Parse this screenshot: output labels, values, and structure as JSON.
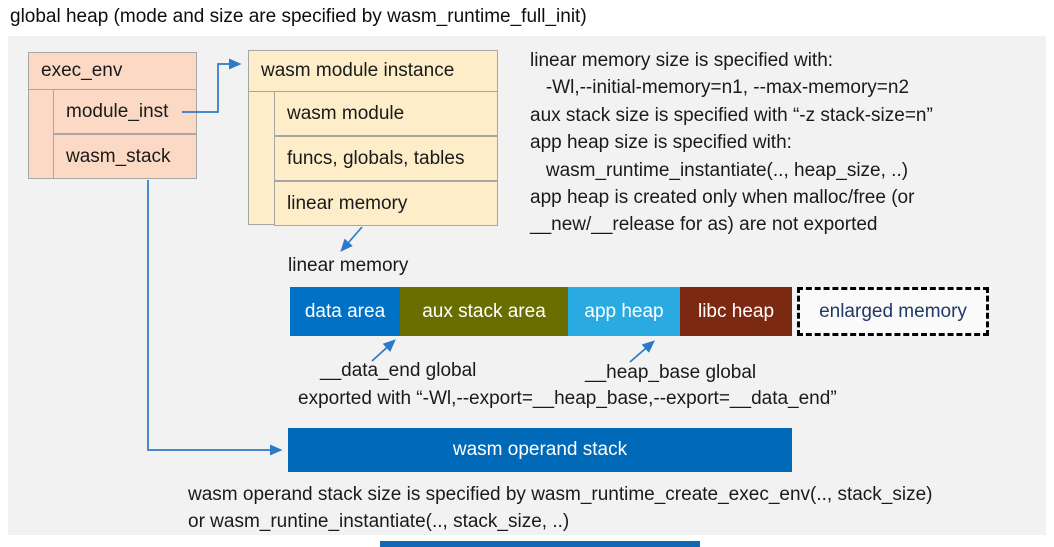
{
  "title": "global heap (mode and size are specified by wasm_runtime_full_init)",
  "exec_env": {
    "header": "exec_env",
    "rows": [
      "module_inst",
      "wasm_stack"
    ]
  },
  "module_instance": {
    "header": "wasm module instance",
    "rows": [
      "wasm module",
      "funcs, globals, tables",
      "linear memory"
    ]
  },
  "notes_right": "linear memory size is specified with:\n   -Wl,--initial-memory=n1, --max-memory=n2\naux stack size is specified with “-z stack-size=n”\napp heap size is specified with:\n   wasm_runtime_instantiate(.., heap_size, ..)\napp heap is created only when malloc/free (or\n__new/__release for as) are not exported",
  "linear_memory": {
    "label": "linear memory",
    "segments": [
      {
        "label": "data area",
        "color": "#0071c5"
      },
      {
        "label": "aux stack area",
        "color": "#6a6d00"
      },
      {
        "label": "app heap",
        "color": "#29abe2"
      },
      {
        "label": "libc heap",
        "color": "#7c2912"
      }
    ],
    "enlarged": {
      "label": "enlarged memory",
      "text_color": "#1f3864",
      "border": "dashed-black"
    }
  },
  "annotations": {
    "data_end": "__data_end global",
    "heap_base": "__heap_base global",
    "exported": "exported with “-Wl,--export=__heap_base,--export=__data_end”"
  },
  "operand_stack": {
    "label": "wasm operand stack",
    "color": "#0069b8"
  },
  "notes_bottom": "wasm operand stack size is specified by wasm_runtime_create_exec_env(.., stack_size)\nor wasm_runtine_instantiate(.., stack_size, ..)",
  "colors": {
    "panel_bg": "#f2f2f2",
    "exec_env_box": "#fcd9c5",
    "module_instance_box": "#fdeec9",
    "box_border": "#a6a6a6",
    "arrow_blue": "#2e79c7",
    "bottom_strip": "#1268b3"
  }
}
